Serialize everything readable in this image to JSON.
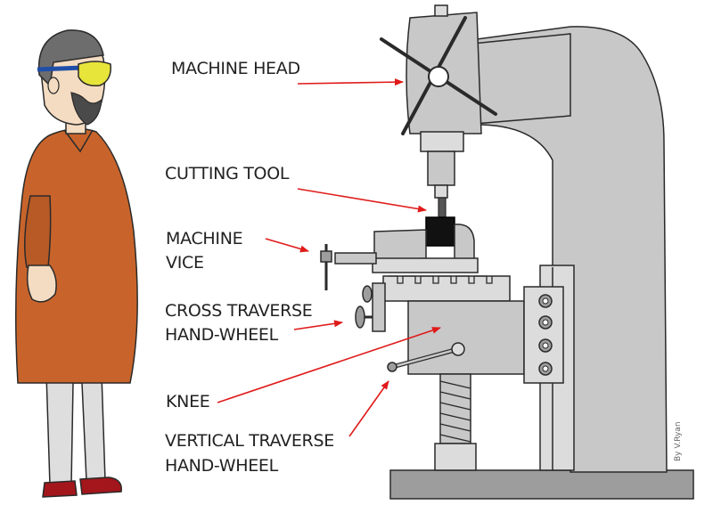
{
  "labels": {
    "machine_head": "MACHINE HEAD",
    "cutting_tool": "CUTTING TOOL",
    "machine_vice_line1": "MACHINE",
    "machine_vice_line2": "VICE",
    "cross_traverse_line1": "CROSS TRAVERSE",
    "cross_traverse_line2": "HAND-WHEEL",
    "knee": "KNEE",
    "vertical_traverse_line1": "VERTICAL TRAVERSE",
    "vertical_traverse_line2": "HAND-WHEEL"
  },
  "credit": "By V.Ryan",
  "colors": {
    "arrow": "#e01a1a",
    "coat": "#c8642b",
    "machine_metal": "#c8c8c8",
    "trousers": "#dedede",
    "shoes": "#a3161b",
    "goggles": "#e7e43a",
    "workpiece": "#111111"
  }
}
